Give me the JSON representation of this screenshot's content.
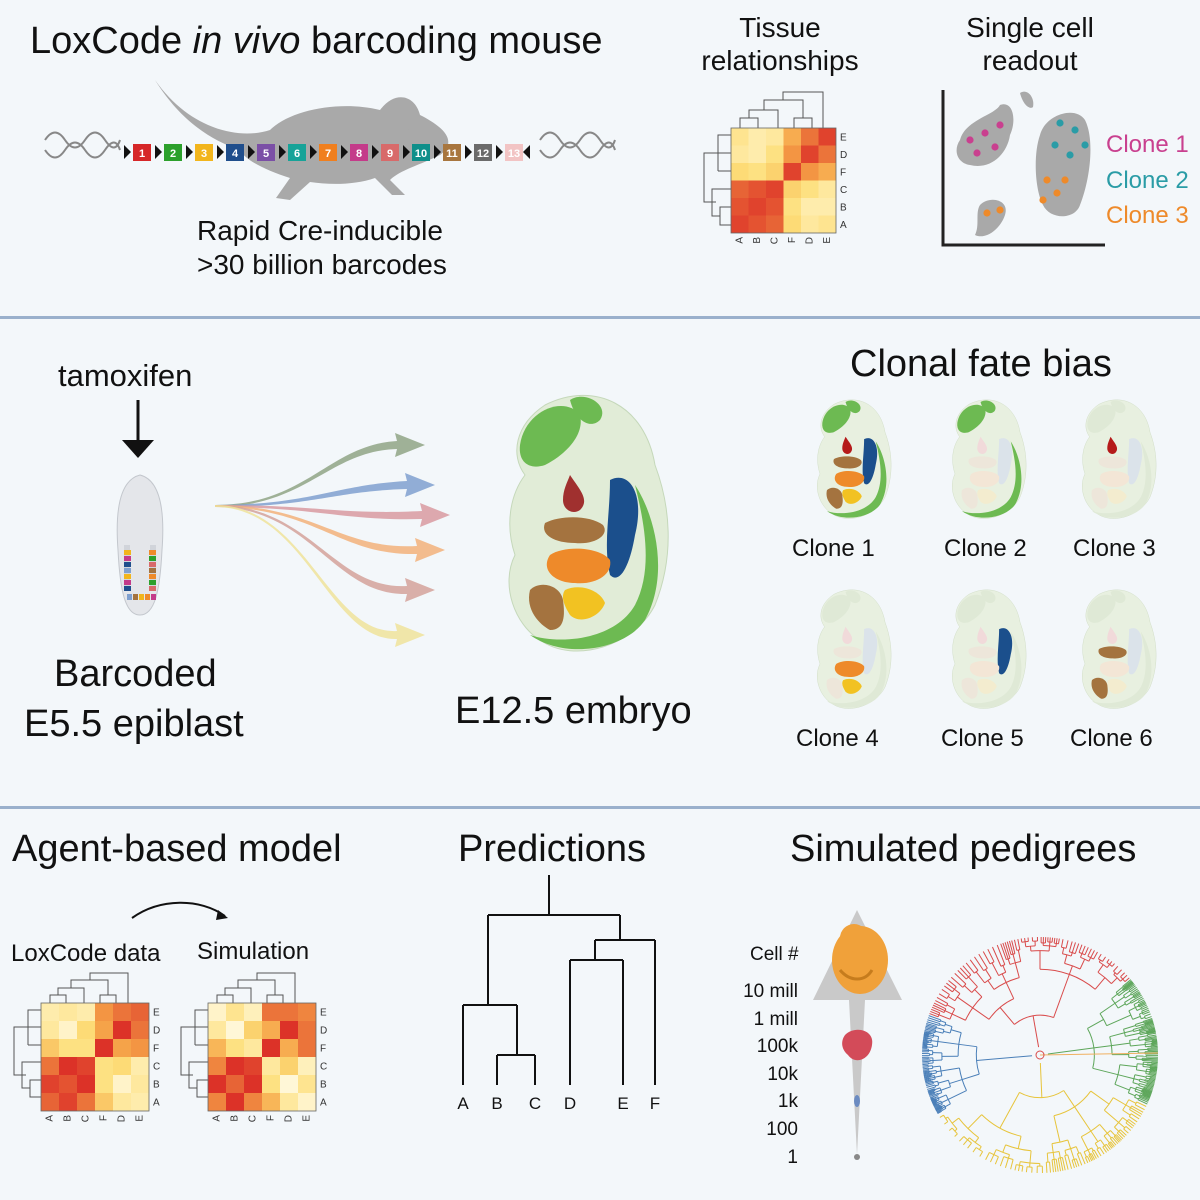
{
  "panel1": {
    "title_pre": "LoxCode ",
    "title_italic": "in vivo",
    "title_post": " barcoding mouse",
    "cassette_numbers": [
      "1",
      "2",
      "3",
      "4",
      "5",
      "6",
      "7",
      "8",
      "9",
      "10",
      "11",
      "12",
      "13"
    ],
    "cassette_colors": [
      "#d62728",
      "#2ca02c",
      "#f2b51c",
      "#1f4e8c",
      "#7b4fa6",
      "#17a398",
      "#f07f1e",
      "#c43b8a",
      "#d86a6a",
      "#0f8f8a",
      "#a8763e",
      "#6b6b6b",
      "#f2c4c4"
    ],
    "caption_line1": "Rapid Cre-inducible",
    "caption_line2": ">30 billion barcodes",
    "tissue_title_line1": "Tissue",
    "tissue_title_line2": "relationships",
    "heatmap_labels": [
      "A",
      "B",
      "C",
      "F",
      "D",
      "E"
    ],
    "heatmap_row_labels": [
      "E",
      "D",
      "F",
      "C",
      "B",
      "A"
    ],
    "singlecell_title_line1": "Single cell",
    "singlecell_title_line2": "readout",
    "clones": [
      {
        "label": "Clone 1",
        "color": "#c9408f"
      },
      {
        "label": "Clone 2",
        "color": "#2a9ca6"
      },
      {
        "label": "Clone 3",
        "color": "#ee8a2a"
      }
    ]
  },
  "panel2": {
    "treatment_label": "tamoxifen",
    "source_line1": "Barcoded",
    "source_line2": "E5.5 epiblast",
    "target_label": "E12.5 embryo",
    "fate_title": "Clonal fate bias",
    "clone_labels": [
      "Clone 1",
      "Clone 2",
      "Clone 3",
      "Clone 4",
      "Clone 5",
      "Clone 6"
    ],
    "arrow_colors": [
      "#8fa585",
      "#7fa0cf",
      "#d89aa0",
      "#f2b27a",
      "#d3a29a",
      "#eee39a"
    ]
  },
  "panel3": {
    "model_title": "Agent-based model",
    "data_label": "LoxCode data",
    "sim_label": "Simulation",
    "predictions_title": "Predictions",
    "tree_leaves": [
      "A",
      "B",
      "C",
      "D",
      "E",
      "F"
    ],
    "pedigree_title": "Simulated pedigrees",
    "cell_count_header": "Cell #",
    "cell_counts": [
      "10 mill",
      "1 mill",
      "100k",
      "10k",
      "1k",
      "100",
      "1"
    ]
  }
}
